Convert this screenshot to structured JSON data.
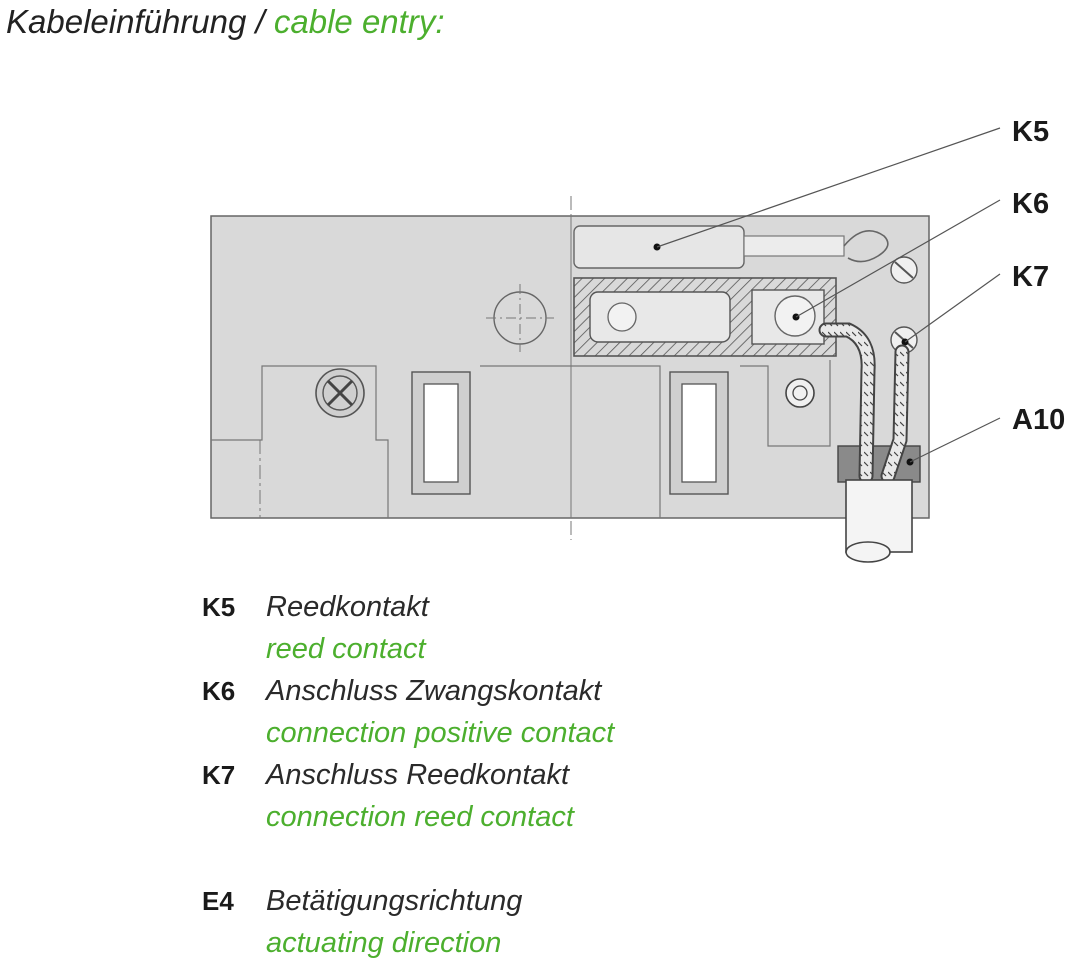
{
  "title": {
    "de": "Kabeleinführung",
    "sep": " / ",
    "en": "cable entry:"
  },
  "colors": {
    "accent_green": "#4caf2e",
    "text_dark": "#222222",
    "part_fill": "#d9d9d9",
    "line": "#555555"
  },
  "callouts": [
    "K5",
    "K6",
    "K7",
    "A10"
  ],
  "legend": [
    {
      "code": "K5",
      "de": "Reedkontakt",
      "en": "reed contact"
    },
    {
      "code": "K6",
      "de": "Anschluss Zwangskontakt",
      "en": "connection positive contact"
    },
    {
      "code": "K7",
      "de": "Anschluss Reedkontakt",
      "en": "connection reed contact"
    },
    {
      "code": "E4",
      "de": "Betätigungsrichtung",
      "en": "actuating direction"
    }
  ]
}
